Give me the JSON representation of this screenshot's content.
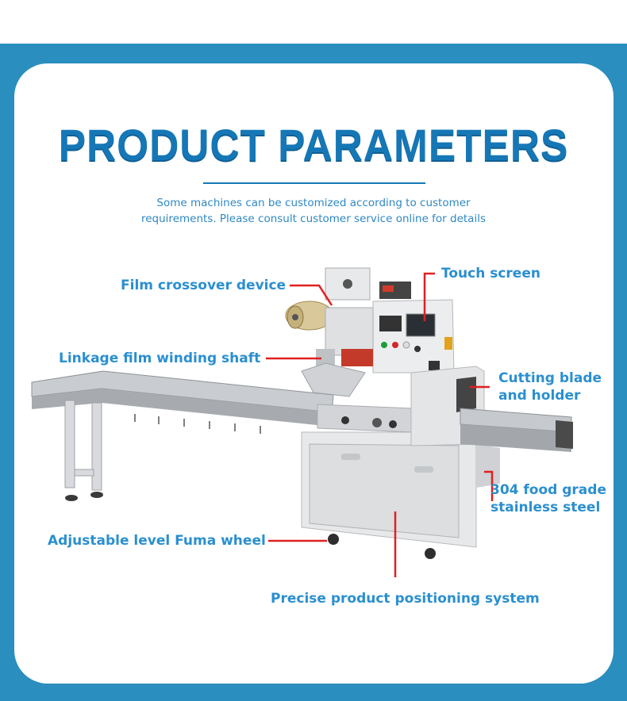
{
  "header": {
    "title": "PRODUCT PARAMETERS",
    "subtitle_line1": "Some machines can be customized according to customer",
    "subtitle_line2": "requirements. Please consult customer service online for details"
  },
  "callouts": {
    "film_crossover": "Film crossover device",
    "touch_screen": "Touch screen",
    "linkage_shaft": "Linkage film winding shaft",
    "cutting_blade_1": "Cutting blade",
    "cutting_blade_2": "and holder",
    "steel_1": "304 food grade",
    "steel_2": "stainless steel",
    "fuma_wheel": "Adjustable level Fuma wheel",
    "positioning": "Precise product positioning system"
  },
  "colors": {
    "band": "#2a8ebf",
    "title": "#1577b6",
    "label": "#2a8fd0",
    "leader": "#e02020"
  }
}
